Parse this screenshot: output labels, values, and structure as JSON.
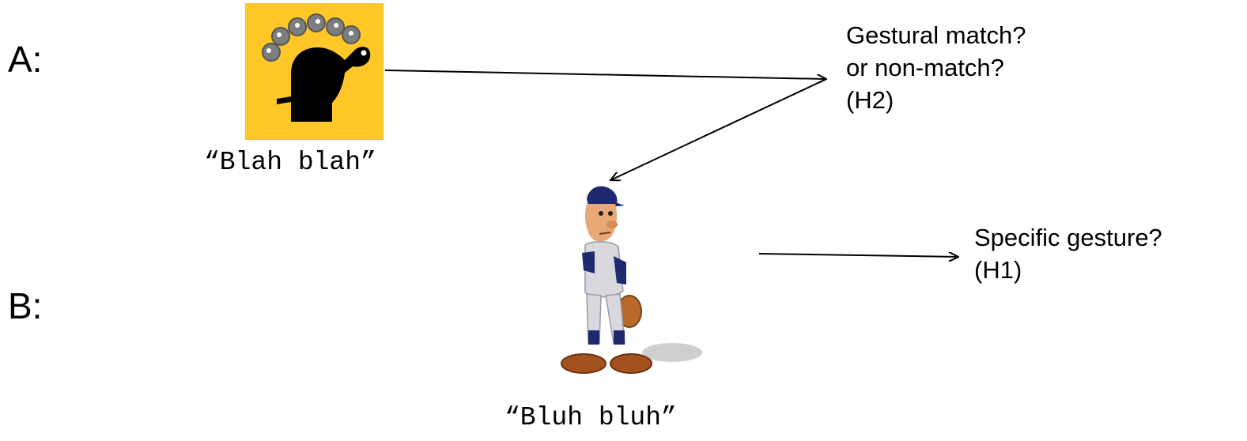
{
  "speakers": {
    "a_label": "A:",
    "b_label": "B:"
  },
  "utterances": {
    "a": "“Blah blah”",
    "b": "“Bluh bluh”"
  },
  "annotations": {
    "h2": {
      "line1": "Gestural match?",
      "line2": "or non-match?",
      "line3": "(H2)"
    },
    "h1": {
      "line1": "Specific gesture?",
      "line2": "(H1)"
    }
  },
  "figures": {
    "a_icon": "agent-with-light-bulbs-icon",
    "b_icon": "cartoon-baseball-player-icon"
  },
  "colors": {
    "icon_background": "#FFC728",
    "ink": "#000000"
  }
}
